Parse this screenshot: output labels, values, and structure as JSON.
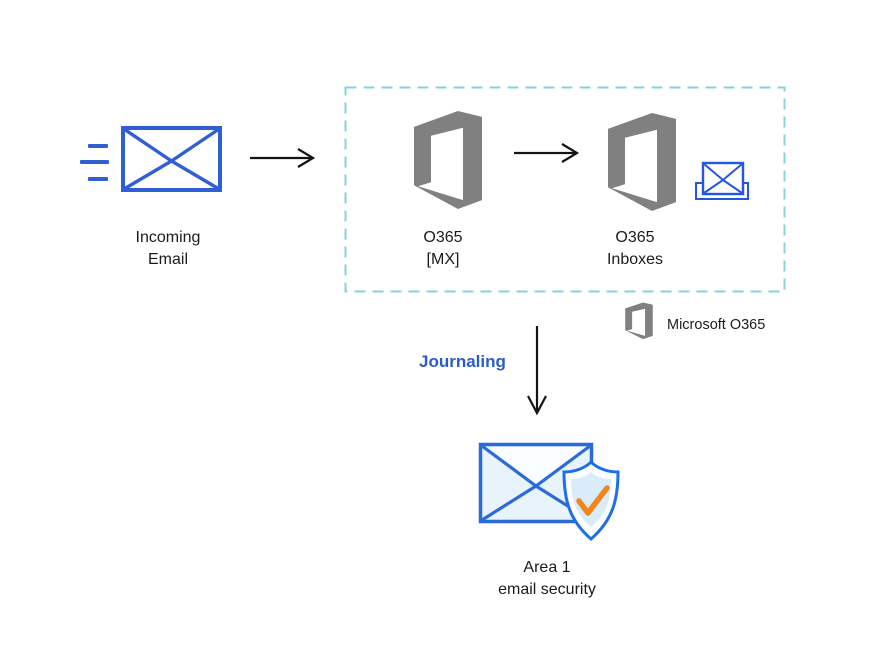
{
  "colors": {
    "envelope_blue": "#2F5FD3",
    "inbox_blue": "#2356E3",
    "office_gray": "#808080",
    "dashed_border": "#8ACFE0",
    "journaling_blue": "#2B5CC9",
    "area1_border": "#2B6BD8",
    "area1_fill": "#E8F3FC",
    "flap_fill": "#FAFDFF",
    "shield_border": "#1C6FE8",
    "shield_inner": "#D9ECFA",
    "check_orange": "#F0861C",
    "arrow_black": "#141414",
    "text_color": "#1B1B1B",
    "background": "#FFFFFF"
  },
  "nodes": {
    "incoming_email": {
      "label": "Incoming\nEmail"
    },
    "o365_mx": {
      "label": "O365\n[MX]"
    },
    "o365_inboxes": {
      "label": "O365\nInboxes"
    },
    "area1": {
      "label": "Area 1\nemail security"
    }
  },
  "legend": {
    "label": "Microsoft O365"
  },
  "flow": {
    "journaling_label": "Journaling"
  },
  "icons": {
    "incoming_email": "envelope-outline-icon",
    "speed_lines": "motion-lines-icon",
    "o365": "microsoft-office-logo-icon",
    "inbox": "envelope-in-tray-icon",
    "area1": "envelope-with-shield-check-icon",
    "arrows": "open-head-arrow-icon"
  }
}
